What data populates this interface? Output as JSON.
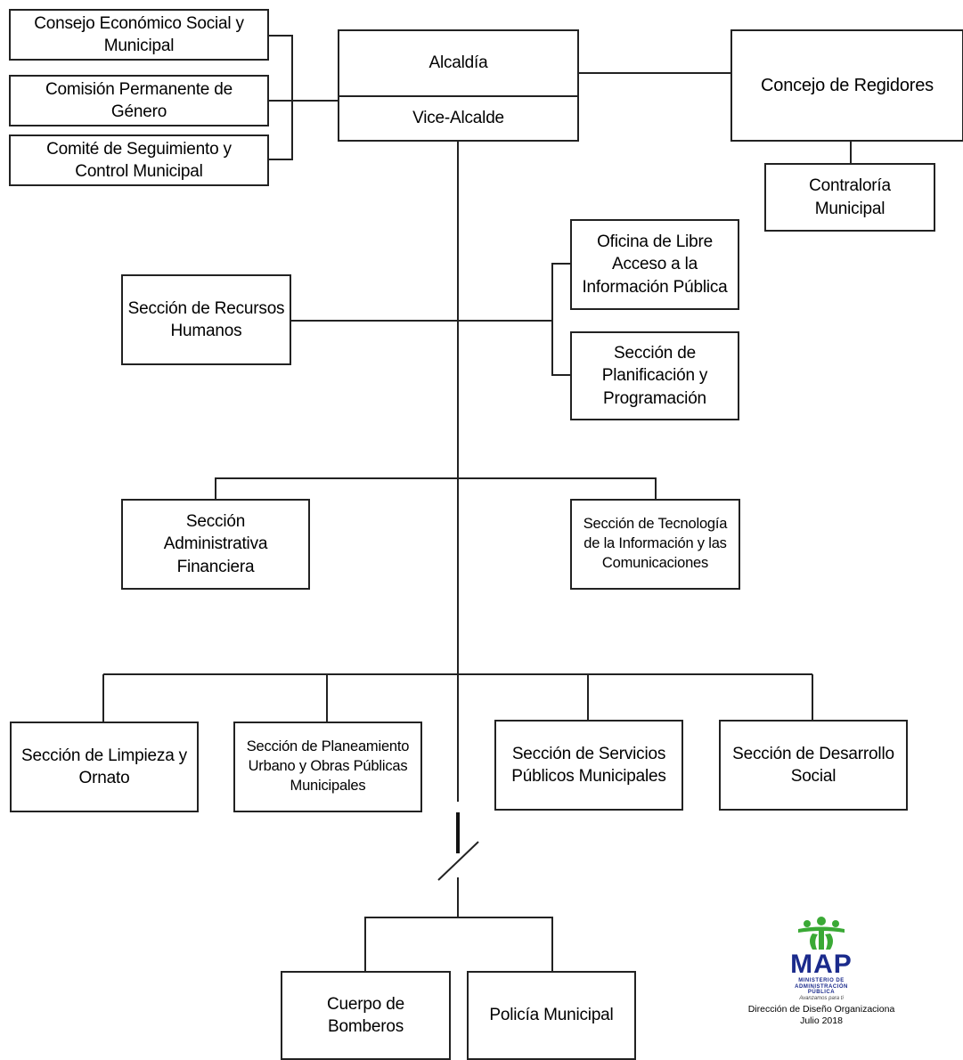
{
  "diagram": {
    "alcaldia": "Alcaldía",
    "vice_alcalde": "Vice-Alcalde",
    "concejo": "Concejo de Regidores",
    "contraloria": [
      "Contraloría",
      "Municipal"
    ],
    "consejo_economico": [
      "Consejo Económico Social y",
      "Municipal"
    ],
    "comision_genero": [
      "Comisión Permanente de",
      "Género"
    ],
    "comite_seguimiento": [
      "Comité de Seguimiento y",
      "Control Municipal"
    ],
    "oficina_libre_acceso": [
      "Oficina de Libre",
      "Acceso a la",
      "Información Pública"
    ],
    "seccion_planificacion": [
      "Sección de",
      "Planificación y",
      "Programación"
    ],
    "seccion_rrhh": [
      "Sección de Recursos",
      "Humanos"
    ],
    "seccion_administrativa": [
      "Sección",
      "Administrativa",
      "Financiera"
    ],
    "seccion_tic": [
      "Sección de Tecnología",
      "de la Información y las",
      "Comunicaciones"
    ],
    "seccion_limpieza": [
      "Sección de Limpieza y",
      "Ornato"
    ],
    "seccion_planeamiento": [
      "Sección de Planeamiento",
      "Urbano y Obras Públicas",
      "Municipales"
    ],
    "seccion_servicios": [
      "Sección de Servicios",
      "Públicos Municipales"
    ],
    "seccion_desarrollo": [
      "Sección de Desarrollo",
      "Social"
    ],
    "cuerpo_bomberos": [
      "Cuerpo de",
      "Bomberos"
    ],
    "policia": "Policía Municipal"
  },
  "logo": {
    "acronym": "MAP",
    "ministry": [
      "MINISTERIO DE",
      "ADMINISTRACIÓN",
      "PÚBLICA"
    ],
    "slogan": "Avanzamos para ti",
    "brand_green": "#3aa935",
    "brand_blue": "#1b2b8c"
  },
  "footer": {
    "direction": "Dirección de Diseño Organizaciona",
    "date": "Julio 2018"
  }
}
